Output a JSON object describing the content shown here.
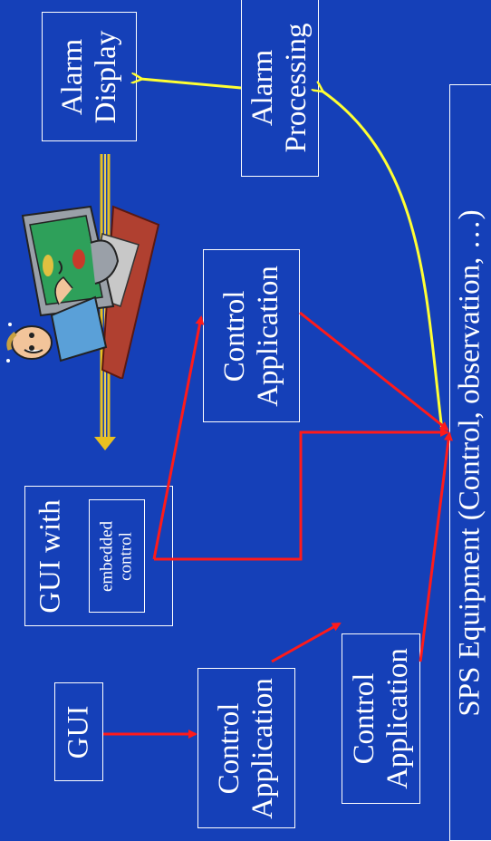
{
  "boxes": {
    "alarm_display": [
      "Alarm",
      "Display"
    ],
    "alarm_processing": [
      "Alarm",
      "Processing"
    ],
    "control_app_upper": [
      "Control",
      "Application"
    ],
    "gui_embedded": {
      "title": "GUI with",
      "inner": [
        "embedded",
        "control"
      ]
    },
    "gui": "GUI",
    "control_app_left": [
      "Control",
      "Application"
    ],
    "control_app_lower": [
      "Control",
      "Application"
    ],
    "sps_equipment": "SPS Equipment (Control, observation, …)"
  },
  "colors": {
    "background": "#1540b8",
    "box_border": "#ffffff",
    "control_arrow": "#ff1a1a",
    "alarm_arrow": "#ffff33",
    "divider": "#e8c020"
  },
  "icons": [
    "operator-at-computer-icon"
  ]
}
